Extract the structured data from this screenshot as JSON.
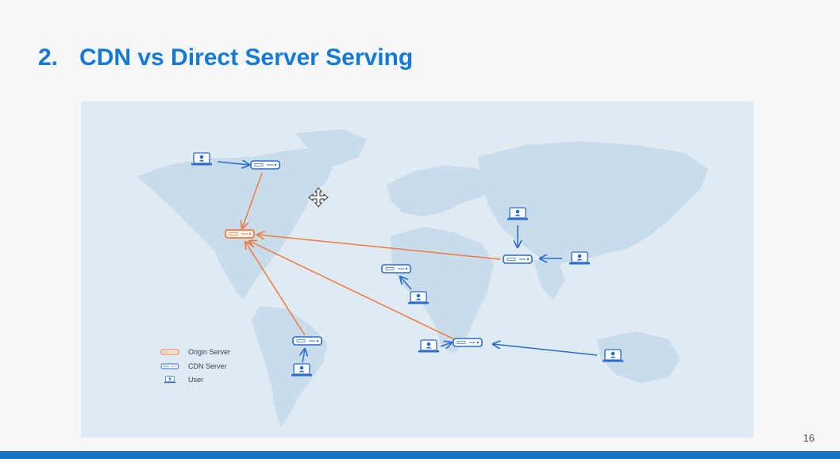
{
  "slide": {
    "number_prefix": "2.",
    "title": "CDN vs Direct Server Serving",
    "page_number": "16"
  },
  "legend": {
    "origin_server": "Origin Server",
    "cdn_server": "CDN Server",
    "user": "User"
  },
  "colors": {
    "title": "#1479d7",
    "origin": "#f07a3c",
    "cdn": "#2b6cd3",
    "map_land": "#c9dcec",
    "map_bg": "#dfeaf3",
    "bottom_bar": "#1a72c6"
  },
  "diagram": {
    "nodes": [
      "origin-server",
      "cdn-north-america",
      "cdn-south-america",
      "cdn-africa-west",
      "cdn-south-africa",
      "cdn-asia"
    ],
    "connections": [
      {
        "from": "user-north-america",
        "to": "cdn-north-america"
      },
      {
        "from": "cdn-north-america",
        "to": "origin-server"
      },
      {
        "from": "cdn-asia",
        "to": "origin-server"
      },
      {
        "from": "cdn-south-africa",
        "to": "origin-server"
      },
      {
        "from": "cdn-south-america",
        "to": "origin-server"
      },
      {
        "from": "user-asia-north",
        "to": "cdn-asia"
      },
      {
        "from": "user-asia-east",
        "to": "cdn-asia"
      },
      {
        "from": "user-africa",
        "to": "cdn-africa-west"
      },
      {
        "from": "user-south-america",
        "to": "cdn-south-america"
      },
      {
        "from": "user-south-africa",
        "to": "cdn-south-africa"
      },
      {
        "from": "user-australia",
        "to": "cdn-south-africa"
      }
    ]
  }
}
